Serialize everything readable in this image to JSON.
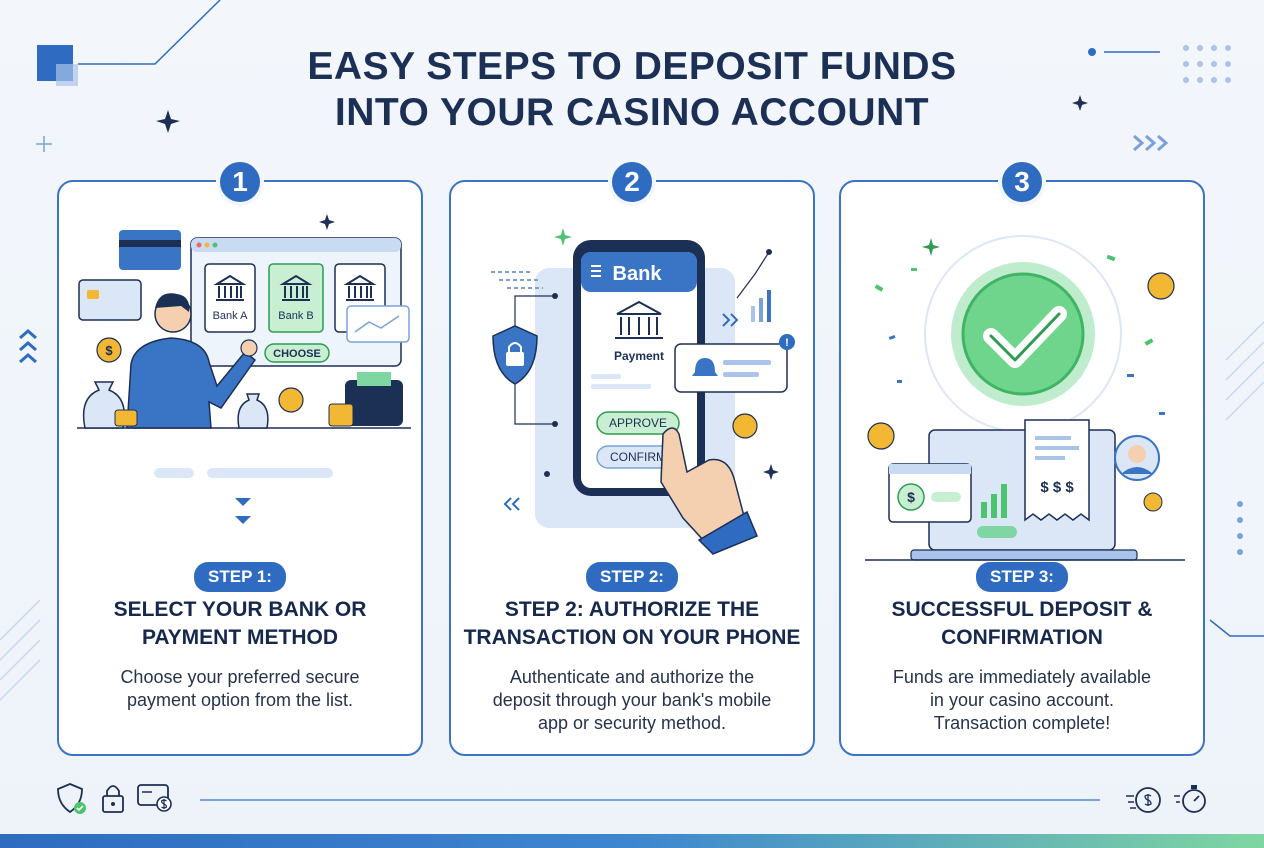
{
  "title": {
    "line1": "EASY STEPS TO DEPOSIT FUNDS",
    "line2": "INTO YOUR CASINO ACCOUNT"
  },
  "steps": [
    {
      "number": "1",
      "pill": "STEP 1:",
      "heading_line1": "SELECT YOUR BANK OR",
      "heading_line2": "PAYMENT METHOD",
      "desc_line1": "Choose your preferred secure",
      "desc_line2": "payment option from the list.",
      "illustration": {
        "bank_a": "Bank A",
        "bank_b": "Bank B",
        "choose": "CHOOSE",
        "currency": "$"
      }
    },
    {
      "number": "2",
      "pill": "STEP 2:",
      "heading_line1": "STEP 2: AUTHORIZE THE",
      "heading_line2": "TRANSACTION ON YOUR PHONE",
      "desc_line1": "Authenticate and authorize the",
      "desc_line2": "deposit through your bank's mobile",
      "desc_line3": "app or security method.",
      "illustration": {
        "app_title": "Bank",
        "payment_label": "Payment",
        "approve": "APPROVE",
        "confirm": "CONFIRM",
        "alert": "!"
      }
    },
    {
      "number": "3",
      "pill": "STEP 3:",
      "heading_line1": "SUCCESSFUL DEPOSIT &",
      "heading_line2": "CONFIRMATION",
      "desc_line1": "Funds are immediately available",
      "desc_line2": "in your casino account.",
      "desc_line3": "Transaction complete!",
      "illustration": {
        "currency": "$",
        "receipt_amount": "$ $ $"
      }
    }
  ],
  "colors": {
    "primary": "#2f6bc0",
    "navy": "#1c2f55",
    "success": "#4cc46e",
    "gold": "#f2b733"
  },
  "icons": [
    "shield-check-icon",
    "lock-icon",
    "card-dollar-icon",
    "timer-dollar-icon",
    "stopwatch-icon"
  ]
}
